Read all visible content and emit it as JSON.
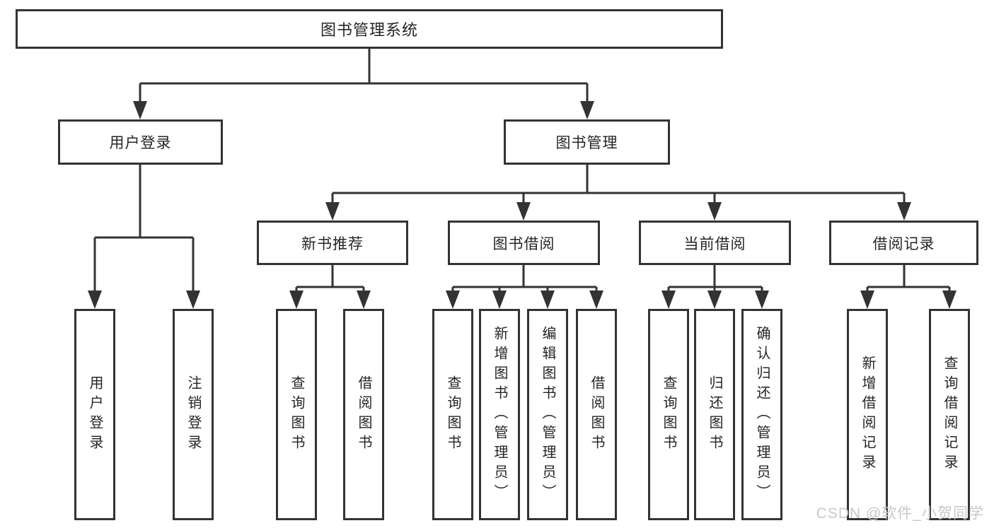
{
  "tree": {
    "label": "图书管理系统",
    "children": [
      {
        "label": "用户登录",
        "children": [
          {
            "label": "用户登录"
          },
          {
            "label": "注销登录"
          }
        ]
      },
      {
        "label": "图书管理",
        "children": [
          {
            "label": "新书推荐",
            "children": [
              {
                "label": "查询图书"
              },
              {
                "label": "借阅图书"
              }
            ]
          },
          {
            "label": "图书借阅",
            "children": [
              {
                "label": "查询图书"
              },
              {
                "label": "新增图书（管理员）"
              },
              {
                "label": "编辑图书（管理员）"
              },
              {
                "label": "借阅图书"
              }
            ]
          },
          {
            "label": "当前借阅",
            "children": [
              {
                "label": "查询图书"
              },
              {
                "label": "归还图书"
              },
              {
                "label": "确认归还（管理员）"
              }
            ]
          },
          {
            "label": "借阅记录",
            "children": [
              {
                "label": "新增借阅记录"
              },
              {
                "label": "查询借阅记录"
              }
            ]
          }
        ]
      }
    ]
  },
  "watermark": "CSDN @软件_小贺同学",
  "colors": {
    "line": "#333333",
    "text": "#252525",
    "watermark": "#c8c8c8",
    "background": "#ffffff"
  }
}
